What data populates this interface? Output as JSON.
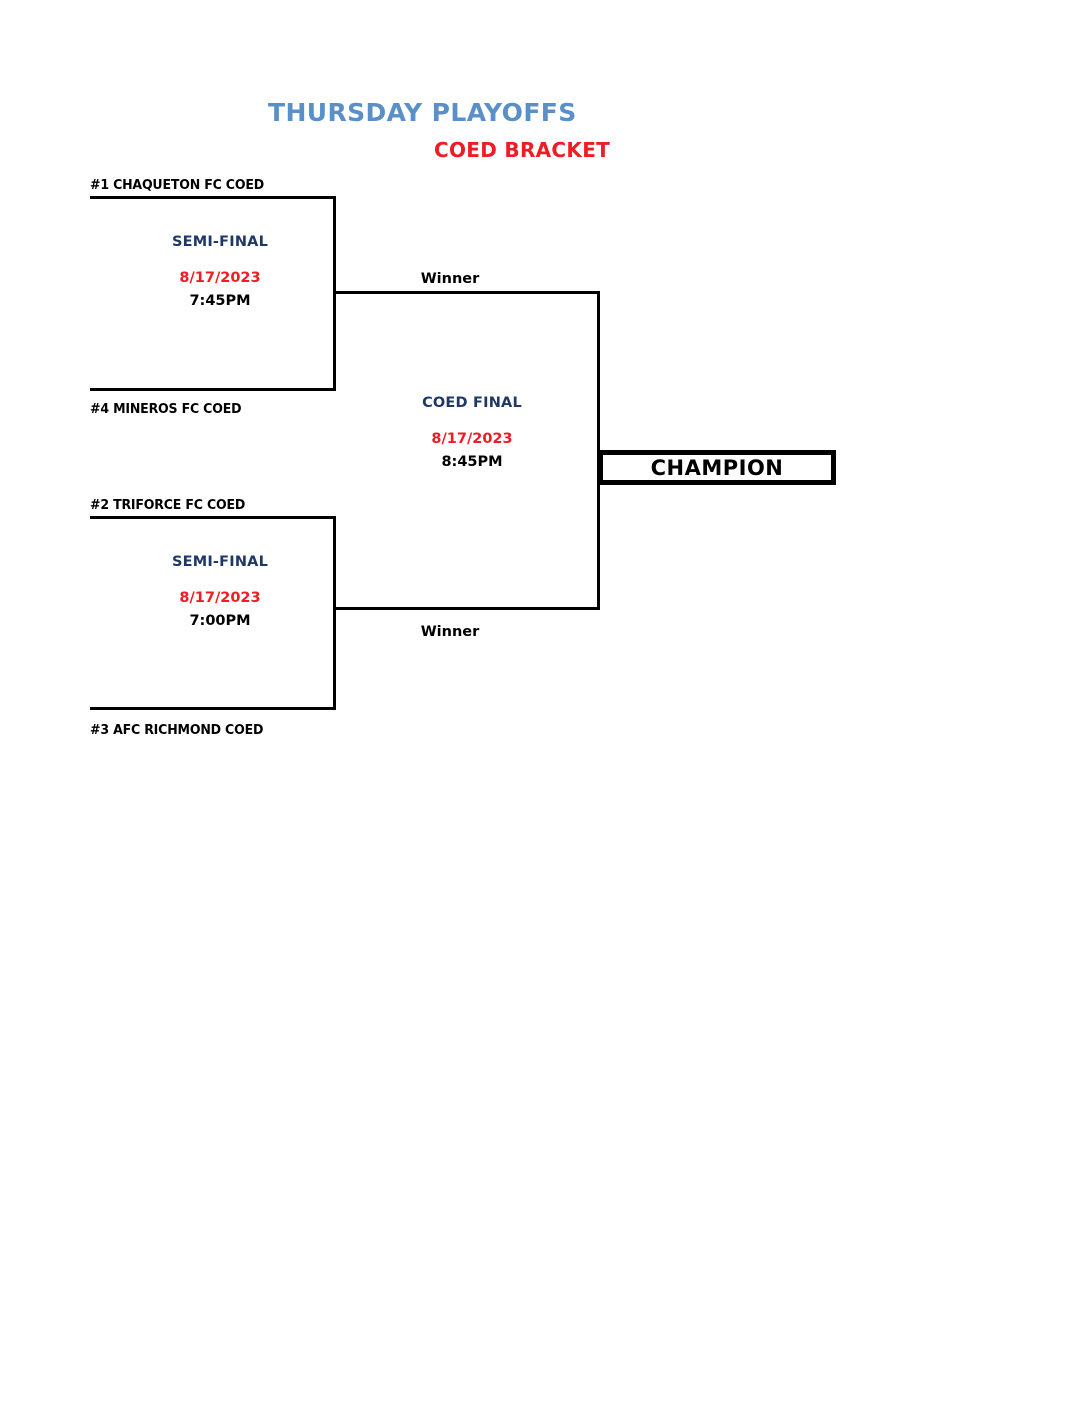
{
  "header": {
    "title": "THURSDAY PLAYOFFS",
    "subtitle": "COED BRACKET",
    "title_color": "#5B8FC7",
    "subtitle_color": "#EE1C25"
  },
  "bracket": {
    "semifinal_1": {
      "team_top": "#1 CHAQUETON FC COED",
      "team_bottom": "#4 MINEROS FC COED",
      "round_label": "SEMI-FINAL",
      "date": "8/17/2023",
      "time": "7:45PM",
      "winner_label": "Winner"
    },
    "semifinal_2": {
      "team_top": "#2 TRIFORCE FC COED",
      "team_bottom": "#3 AFC RICHMOND COED",
      "round_label": "SEMI-FINAL",
      "date": "8/17/2023",
      "time": "7:00PM",
      "winner_label": "Winner"
    },
    "final": {
      "round_label": "COED FINAL",
      "date": "8/17/2023",
      "time": "8:45PM"
    },
    "champion": {
      "label": "CHAMPION"
    }
  },
  "colors": {
    "round_label": "#1F3864",
    "date": "#EE1C25",
    "time": "#000000",
    "line": "#000000"
  }
}
